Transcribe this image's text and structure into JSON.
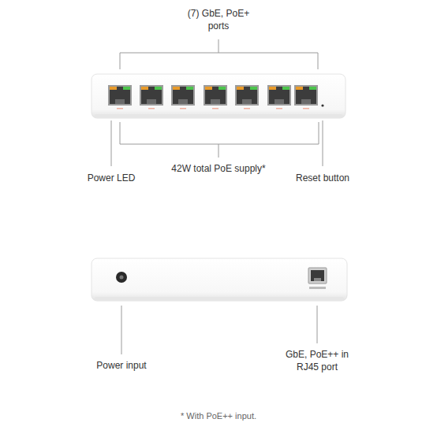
{
  "diagram": {
    "labels": [
      "(7) GbE, PoE+ ports",
      "Power LED",
      "42W total PoE supply*",
      "Reset button",
      "Power input",
      "GbE, PoE++ in RJ45 port",
      "* With PoE++ input."
    ]
  }
}
